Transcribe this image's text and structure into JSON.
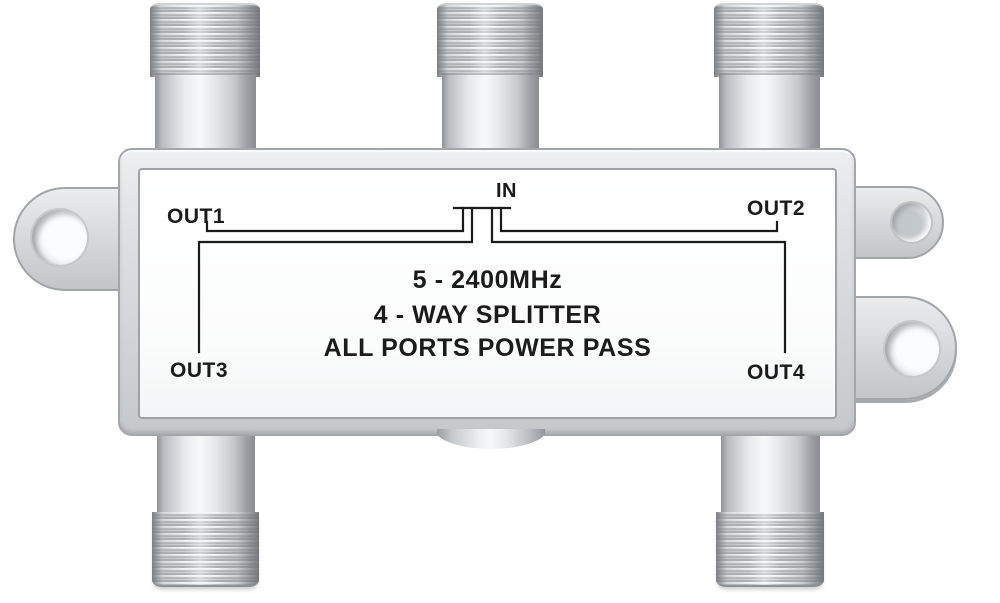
{
  "labels": {
    "in": "IN",
    "out1": "OUT1",
    "out2": "OUT2",
    "out3": "OUT3",
    "out4": "OUT4"
  },
  "specs": {
    "line1": "5 - 2400MHz",
    "line2": "4 - WAY SPLITTER",
    "line3": "ALL PORTS POWER PASS"
  },
  "colors": {
    "print_text": "#1b1b1b",
    "panel_white": "#fdfdfe",
    "frame_gray": "#d6d9db",
    "metal_highlight": "#f6f8f9",
    "metal_shadow": "#8a8e92"
  }
}
